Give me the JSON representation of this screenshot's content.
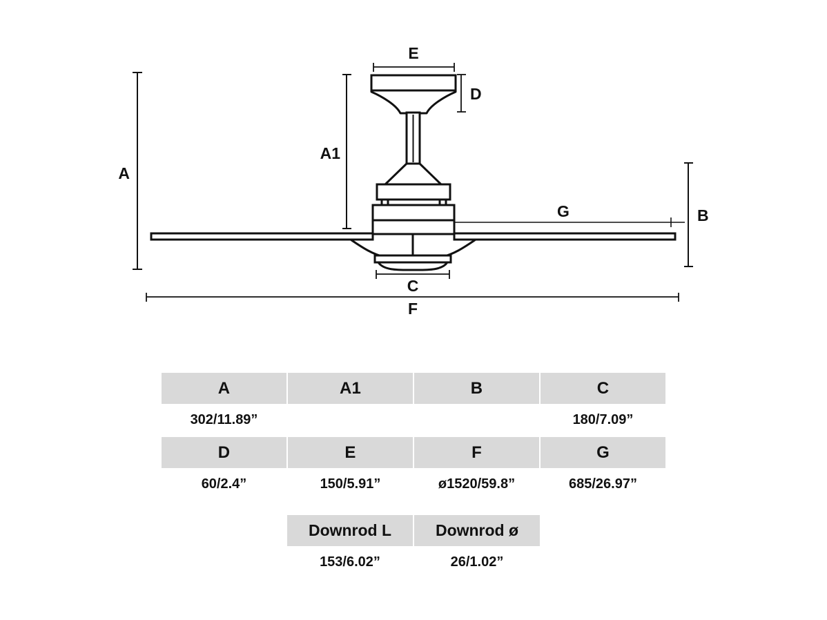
{
  "diagram": {
    "title": "Ceiling fan dimensional drawing",
    "dimension_labels": {
      "A": "A",
      "A1": "A1",
      "B": "B",
      "C": "C",
      "D": "D",
      "E": "E",
      "F": "F",
      "G": "G"
    }
  },
  "table": {
    "row1_headers": [
      "A",
      "A1",
      "B",
      "C"
    ],
    "row1_values": [
      "302/11.89”",
      "",
      "",
      "180/7.09”"
    ],
    "row2_headers": [
      "D",
      "E",
      "F",
      "G"
    ],
    "row2_values": [
      "60/2.4”",
      "150/5.91”",
      "ø1520/59.8”",
      "685/26.97”"
    ],
    "row3_headers": [
      "Downrod L",
      "Downrod ø"
    ],
    "row3_values": [
      "153/6.02”",
      "26/1.02”"
    ]
  },
  "colors": {
    "header_bg": "#d9d9d9",
    "ink": "#111111",
    "page_bg": "#ffffff"
  }
}
